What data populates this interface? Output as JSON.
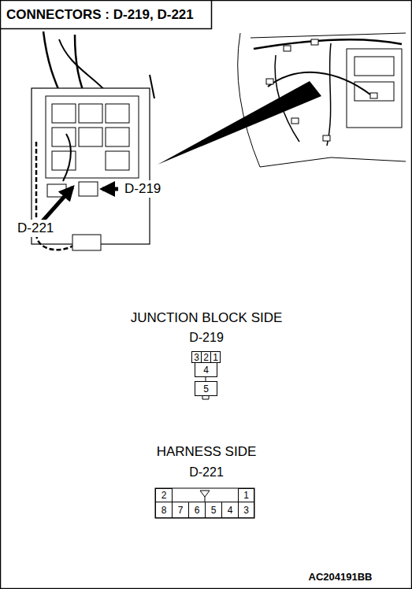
{
  "diagram": {
    "title": "CONNECTORS : D-219, D-221",
    "nodes": [
      {
        "text": [
          "3"
        ]
      },
      {
        "text": [
          "2"
        ]
      },
      {
        "text": [
          "1"
        ]
      },
      {
        "text": [
          "4"
        ]
      },
      {
        "text": [
          "5"
        ]
      },
      {
        "text": [
          "2"
        ]
      },
      {
        "text": [
          "1"
        ]
      },
      {
        "text": [
          "8"
        ]
      },
      {
        "text": [
          "7"
        ]
      },
      {
        "text": [
          "6"
        ]
      },
      {
        "text": [
          "5"
        ]
      },
      {
        "text": [
          "4"
        ]
      },
      {
        "text": [
          "3"
        ]
      }
    ],
    "labels": [
      "D-221",
      "D-219",
      "JUNCTION BLOCK SIDE",
      "D-219",
      "HARNESS SIDE",
      "D-221",
      "AC204191BB"
    ]
  }
}
